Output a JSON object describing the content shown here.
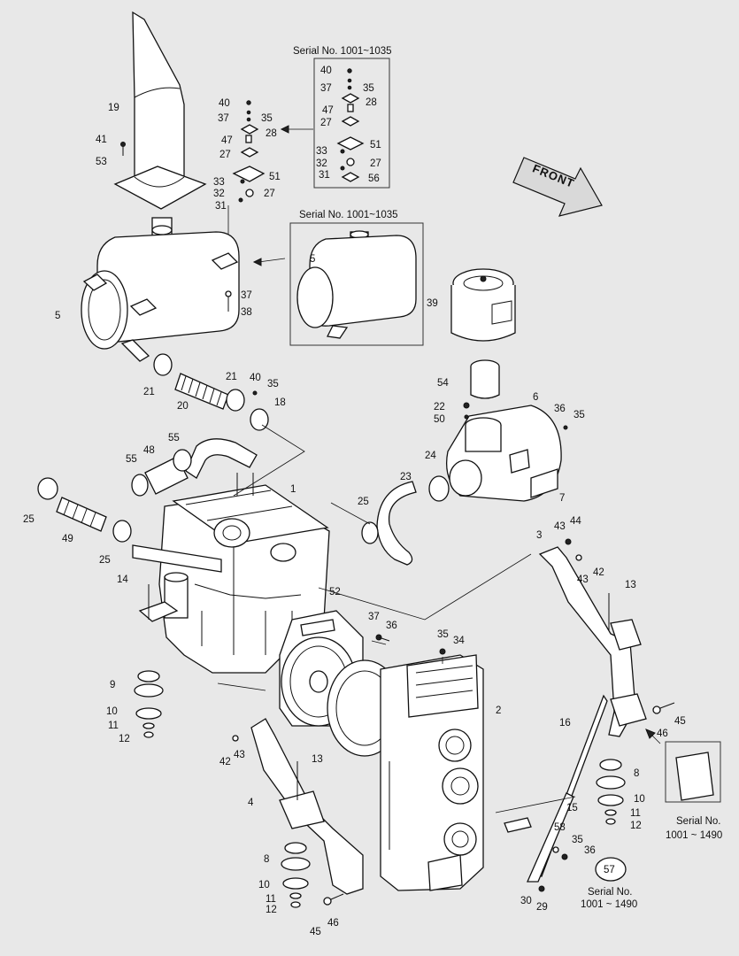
{
  "serial_notes": {
    "top_kit": "Serial No. 1001~1035",
    "muffler_inset": "Serial No. 1001~1035",
    "right_bracket": "Serial No.\n1001 ~ 1490",
    "bottom_right_line1": "Serial No.",
    "bottom_right_line2": "1001 ~ 1490",
    "right_bracket_line1": "Serial No.",
    "right_bracket_line2": "1001 ~ 1490"
  },
  "front_label": "FRONT",
  "callout_57": "57",
  "labels": {
    "l19": "19",
    "l41": "41",
    "l53": "53",
    "l40a": "40",
    "l37a": "37",
    "l35a": "35",
    "l28a": "28",
    "l47a": "47",
    "l27a": "27",
    "l51a": "51",
    "l33a": "33",
    "l32a": "32",
    "l27b": "27",
    "l31a": "31",
    "l40b": "40",
    "l37b": "37",
    "l35b": "35",
    "l28b": "28",
    "l47b": "47",
    "l27c": "27",
    "l33b": "33",
    "l51b": "51",
    "l32b": "32",
    "l27d": "27",
    "l31b": "31",
    "l56": "56",
    "l5a": "5",
    "l37c": "37",
    "l38": "38",
    "l5b": "5",
    "l39": "39",
    "l21a": "21",
    "l20": "20",
    "l21b": "21",
    "l40c": "40",
    "l35c": "35",
    "l18": "18",
    "l54": "54",
    "l22": "22",
    "l50": "50",
    "l6": "6",
    "l36a": "36",
    "l35d": "35",
    "l55a": "55",
    "l48": "48",
    "l55b": "55",
    "l1": "1",
    "l23": "23",
    "l24": "24",
    "l7": "7",
    "l25a": "25",
    "l49": "49",
    "l25b": "25",
    "l25c": "25",
    "l3": "3",
    "l43a": "43",
    "l44": "44",
    "l42a": "42",
    "l43b": "43",
    "l13a": "13",
    "l14": "14",
    "l52": "52",
    "l37d": "37",
    "l36b": "36",
    "l35e": "35",
    "l34": "34",
    "l9": "9",
    "l10a": "10",
    "l11a": "11",
    "l12a": "12",
    "l2": "2",
    "l16": "16",
    "l46a": "46",
    "l45a": "45",
    "l43c": "43",
    "l42b": "42",
    "l13b": "13",
    "l4": "4",
    "l8a": "8",
    "l10b": "10",
    "l11b": "11",
    "l12b": "12",
    "l45b": "45",
    "l46b": "46",
    "l15": "15",
    "l8b": "8",
    "l10c": "10",
    "l11c": "11",
    "l12c": "12",
    "l58": "58",
    "l35f": "35",
    "l36c": "36",
    "l30": "30",
    "l29": "29"
  }
}
